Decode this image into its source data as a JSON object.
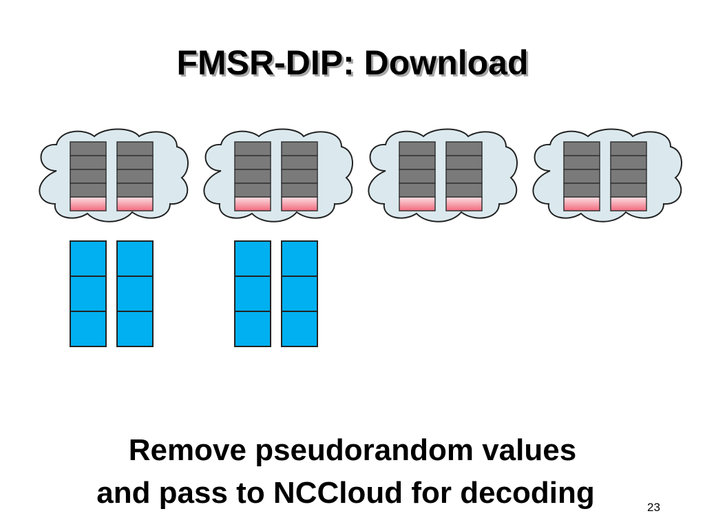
{
  "slide": {
    "title": "FMSR-DIP: Download",
    "caption_line1": "Remove pseudorandom values",
    "caption_line2": "and pass to NCCloud for decoding",
    "page_number": "23"
  },
  "diagram": {
    "cloud_count": 4,
    "columns_per_cloud": 2,
    "gray_blocks_per_column": 4,
    "pink_blocks_per_column": 1,
    "downloaded_under_clouds": [
      1,
      2
    ],
    "blue_blocks_per_column": 3,
    "colors": {
      "cloud_fill": "#dbe9ee",
      "cloud_stroke": "#222222",
      "gray_block": "#7a7a7a",
      "pink_block_top": "#fbe0e4",
      "pink_block_bottom": "#f26a7e",
      "blue_block": "#00b0f0"
    }
  }
}
